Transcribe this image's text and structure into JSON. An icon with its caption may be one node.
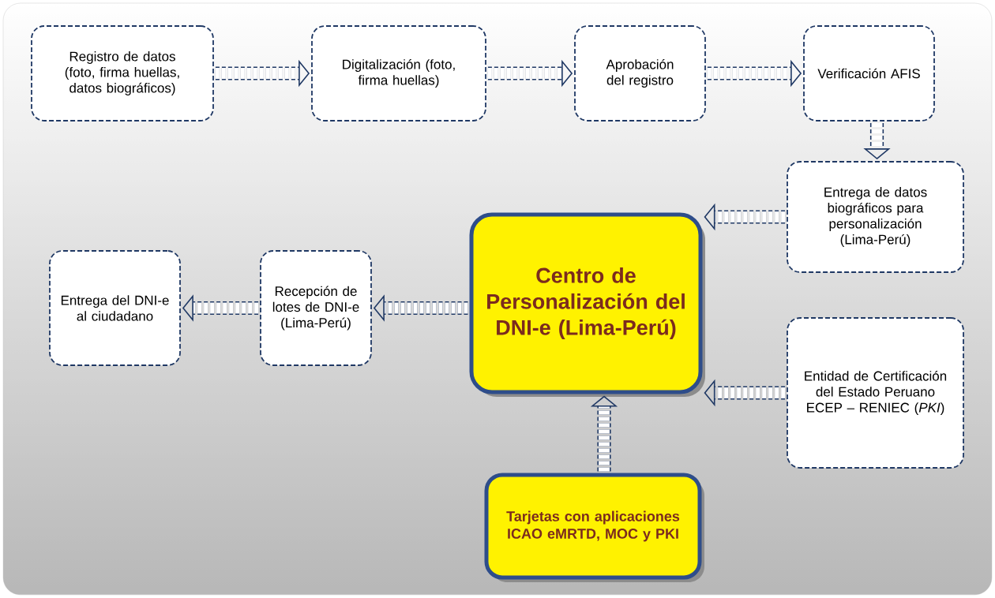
{
  "diagram": {
    "nodes": [
      {
        "text": [
          "Registro de datos (foto, firma huellas, datos biográficos)"
        ]
      },
      {
        "text": [
          "Digitalización (foto, firma huellas)"
        ]
      },
      {
        "text": [
          "Aprobación del registro"
        ]
      },
      {
        "text": [
          "Verificación AFIS"
        ]
      },
      {
        "text": [
          "Entrega de datos biográficos para personalización (Lima-Perú)"
        ]
      },
      {
        "text": [
          "Centro de Personalización del DNI-e (Lima-Perú)"
        ]
      },
      {
        "text": [
          "Recepción de lotes de DNI-e (Lima-Perú)"
        ]
      },
      {
        "text": [
          "Entrega del DNI-e al ciudadano"
        ]
      },
      {
        "text": [
          "Entidad de Certificación del Estado Peruano ECEP – RENIEC (*PKI*)"
        ]
      },
      {
        "text": [
          "Tarjetas con aplicaciones ICAO eMRTD, MOC y PKI"
        ]
      }
    ],
    "edges": [
      {
        "from": 0,
        "to": 1,
        "arrow": "to"
      },
      {
        "from": 1,
        "to": 2,
        "arrow": "to"
      },
      {
        "from": 2,
        "to": 3,
        "arrow": "to"
      },
      {
        "from": 3,
        "to": 4,
        "arrow": "to"
      },
      {
        "from": 4,
        "to": 5,
        "arrow": "to"
      },
      {
        "from": 8,
        "to": 5,
        "arrow": "to"
      },
      {
        "from": 9,
        "to": 5,
        "arrow": "to"
      },
      {
        "from": 5,
        "to": 6,
        "arrow": "to"
      },
      {
        "from": 6,
        "to": 7,
        "arrow": "to"
      }
    ]
  }
}
